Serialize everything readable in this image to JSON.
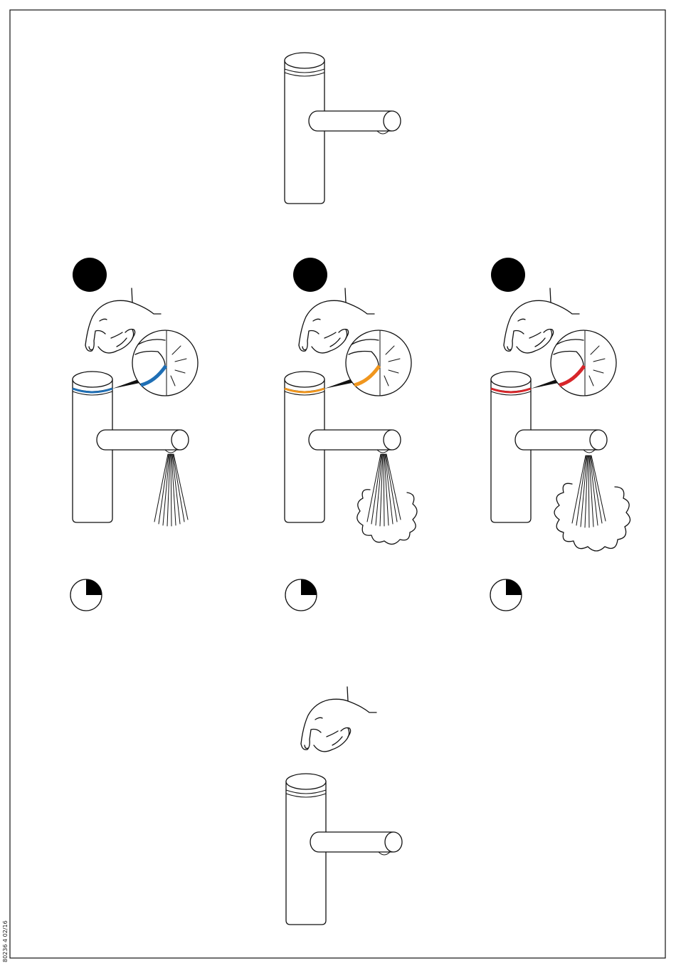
{
  "document": {
    "code": "80236 4 02/16"
  },
  "colors": {
    "line": "#111111",
    "cold_ring": "#1f6fb5",
    "warm_ring": "#f0961e",
    "hot_ring": "#d7262a",
    "step_marker": "#000000"
  },
  "icons": {
    "step_marker": "filled-circle-icon",
    "timer": "quarter-clock-icon",
    "hand": "hand-press-icon",
    "detail": "magnifier-detail-icon"
  },
  "steps": [
    {
      "level": "cold",
      "timer_fraction": 0.25
    },
    {
      "level": "warm",
      "timer_fraction": 0.25
    },
    {
      "level": "hot",
      "timer_fraction": 0.25
    }
  ]
}
